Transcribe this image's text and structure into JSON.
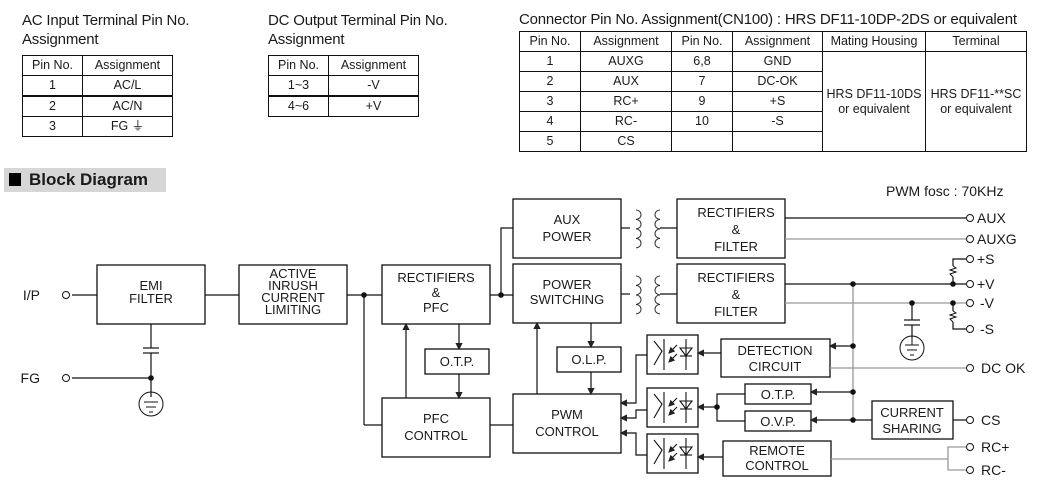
{
  "ac_table": {
    "title_line1": "AC Input Terminal Pin No.",
    "title_line2": "Assignment",
    "headers": [
      "Pin No.",
      "Assignment"
    ],
    "rows": [
      [
        "1",
        "AC/L"
      ],
      [
        "2",
        "AC/N"
      ],
      [
        "3",
        "FG ⏚"
      ]
    ]
  },
  "dc_table": {
    "title_line1": "DC Output Terminal Pin No.",
    "title_line2": "Assignment",
    "headers": [
      "Pin No.",
      "Assignment"
    ],
    "rows": [
      [
        "1~3",
        "-V"
      ],
      [
        "4~6",
        "+V"
      ]
    ]
  },
  "cn_table": {
    "title": "Connector Pin No. Assignment(CN100) : HRS DF11-10DP-2DS or equivalent",
    "headers": [
      "Pin No.",
      "Assignment",
      "Pin No.",
      "Assignment",
      "Mating Housing",
      "Terminal"
    ],
    "rows": [
      [
        "1",
        "AUXG",
        "6,8",
        "GND"
      ],
      [
        "2",
        "AUX",
        "7",
        "DC-OK"
      ],
      [
        "3",
        "RC+",
        "9",
        "+S"
      ],
      [
        "4",
        "RC-",
        "10",
        "-S"
      ],
      [
        "5",
        "CS",
        "",
        ""
      ]
    ],
    "mating_housing": [
      "HRS DF11-10DS",
      "or equivalent"
    ],
    "terminal": [
      "HRS DF11-**SC",
      "or equivalent"
    ]
  },
  "block_diagram": {
    "title": "Block Diagram",
    "pwm_note": "PWM fosc : 70KHz",
    "blocks": {
      "emi": [
        "EMI",
        "FILTER"
      ],
      "inrush": [
        "ACTIVE",
        "INRUSH",
        "CURRENT",
        "LIMITING"
      ],
      "rect_pfc": [
        "RECTIFIERS",
        "&",
        "PFC"
      ],
      "otp1": [
        "O.T.P."
      ],
      "pfc_ctrl": [
        "PFC",
        "CONTROL"
      ],
      "aux_power": [
        "AUX",
        "POWER"
      ],
      "power_sw": [
        "POWER",
        "SWITCHING"
      ],
      "olp": [
        "O.L.P."
      ],
      "pwm_ctrl": [
        "PWM",
        "CONTROL"
      ],
      "rect_filter1": [
        "RECTIFIERS",
        "&",
        "FILTER"
      ],
      "rect_filter2": [
        "RECTIFIERS",
        "&",
        "FILTER"
      ],
      "detection": [
        "DETECTION",
        "CIRCUIT"
      ],
      "otp2": [
        "O.T.P."
      ],
      "ovp": [
        "O.V.P."
      ],
      "current_sharing": [
        "CURRENT",
        "SHARING"
      ],
      "remote": [
        "REMOTE",
        "CONTROL"
      ]
    },
    "terminals": {
      "ip": "I/P",
      "fg": "FG",
      "aux": "AUX",
      "auxg": "AUXG",
      "plus_s": "+S",
      "plus_v": "+V",
      "minus_v": "-V",
      "minus_s": "-S",
      "dc_ok": "DC OK",
      "cs": "CS",
      "rc_plus": "RC+",
      "rc_minus": "RC-"
    }
  }
}
